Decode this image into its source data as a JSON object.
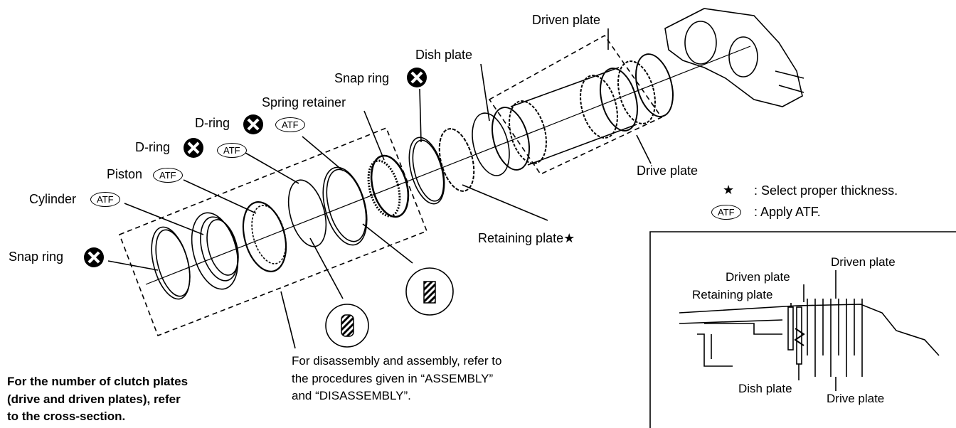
{
  "labels": {
    "driven_plate": "Driven plate",
    "dish_plate": "Dish plate",
    "snap_ring_top": "Snap ring",
    "spring_retainer": "Spring retainer",
    "d_ring_1": "D-ring",
    "d_ring_2": "D-ring",
    "piston": "Piston",
    "cylinder": "Cylinder",
    "snap_ring_left": "Snap ring",
    "drive_plate": "Drive plate",
    "retaining_plate": "Retaining plate"
  },
  "atf_badge": "ATF",
  "legend": {
    "star_symbol": "★",
    "star_text": ": Select proper thickness.",
    "atf_text": ": Apply ATF."
  },
  "notes": {
    "procedure_line1": "For disassembly and assembly, refer to",
    "procedure_line2": "the procedures given in “ASSEMBLY”",
    "procedure_line3": "and “DISASSEMBLY”.",
    "clutch_line1": "For the number of clutch plates",
    "clutch_line2": "(drive and driven plates), refer",
    "clutch_line3": "to the cross-section."
  },
  "cross_section": {
    "driven_plate_top": "Driven plate",
    "driven_plate_mid": "Driven plate",
    "retaining_plate": "Retaining plate",
    "dish_plate": "Dish plate",
    "drive_plate": "Drive plate"
  }
}
